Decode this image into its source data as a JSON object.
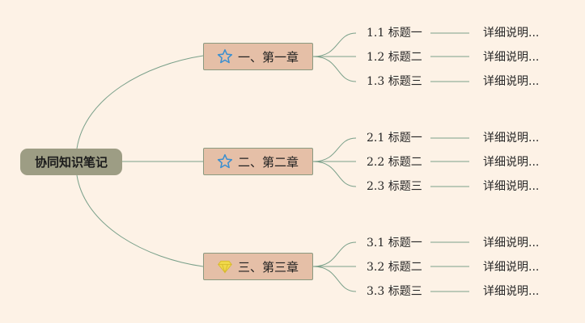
{
  "root": {
    "label": "协同知识笔记"
  },
  "chapters": [
    {
      "label": "一、第一章",
      "icon": "star-icon",
      "items": [
        {
          "title": "1.1 标题一",
          "detail": "详细说明..."
        },
        {
          "title": "1.2 标题二",
          "detail": "详细说明..."
        },
        {
          "title": "1.3 标题三",
          "detail": "详细说明..."
        }
      ]
    },
    {
      "label": "二、第二章",
      "icon": "star-icon",
      "items": [
        {
          "title": "2.1 标题一",
          "detail": "详细说明..."
        },
        {
          "title": "2.2 标题二",
          "detail": "详细说明..."
        },
        {
          "title": "2.3 标题三",
          "detail": "详细说明..."
        }
      ]
    },
    {
      "label": "三、第三章",
      "icon": "diamond-icon",
      "items": [
        {
          "title": "3.1 标题一",
          "detail": "详细说明..."
        },
        {
          "title": "3.2 标题二",
          "detail": "详细说明..."
        },
        {
          "title": "3.3 标题三",
          "detail": "详细说明..."
        }
      ]
    }
  ],
  "colors": {
    "background": "#fdf2e6",
    "root_fill": "#9d9d84",
    "chapter_fill": "#e5bfa7",
    "connector": "#7aa08a",
    "star": "#3a8fd0",
    "diamond": "#f0d84a"
  }
}
